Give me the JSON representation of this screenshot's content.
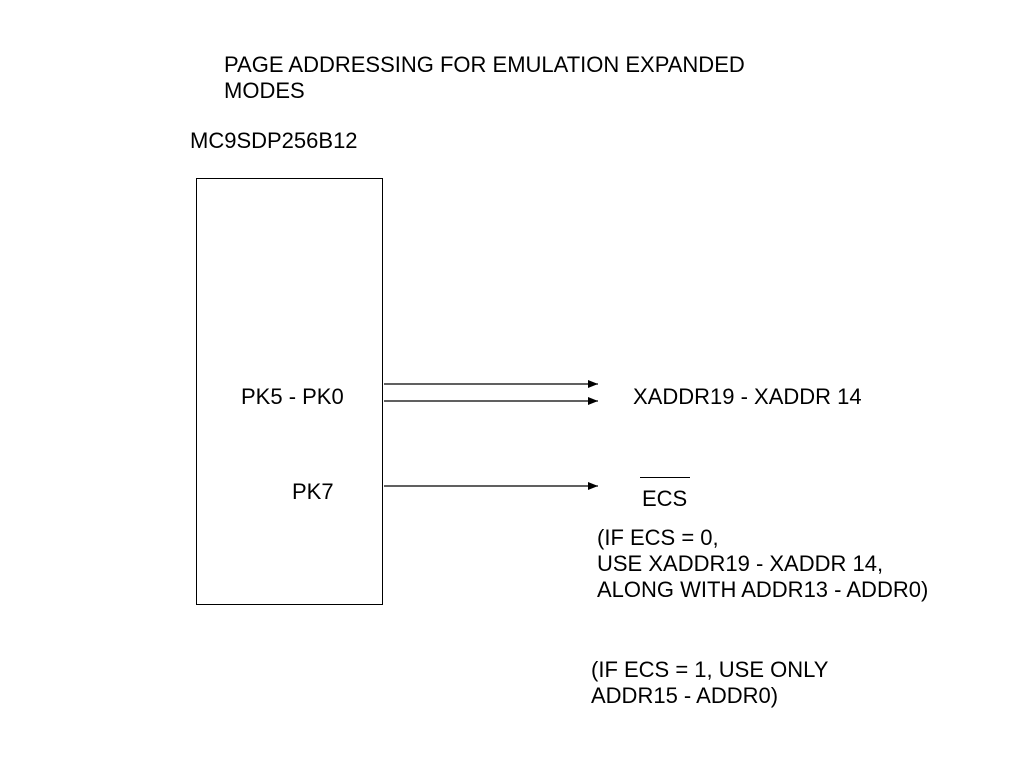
{
  "title_lines": [
    "PAGE ADDRESSING FOR EMULATION EXPANDED",
    "MODES"
  ],
  "chip": {
    "name": "MC9SDP256B12",
    "pins": {
      "page": "PK5 - PK0",
      "ecs": "PK7"
    }
  },
  "signals": {
    "page": "XADDR19 - XADDR 14",
    "ecs": "ECS"
  },
  "notes": {
    "ecs_zero": [
      "(IF ECS = 0,",
      "USE XADDR19 - XADDR 14,",
      "ALONG WITH ADDR13 - ADDR0)"
    ],
    "ecs_one": [
      "(IF ECS = 1, USE ONLY",
      "ADDR15 - ADDR0)"
    ]
  }
}
